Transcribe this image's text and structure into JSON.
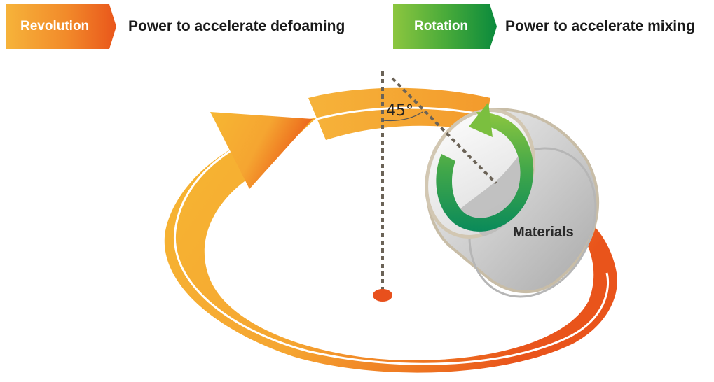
{
  "legend": {
    "revolution": {
      "label": "Revolution",
      "description": "Power to accelerate defoaming",
      "color_start": "#f6b33a",
      "color_end": "#e9561b"
    },
    "rotation": {
      "label": "Rotation",
      "description": "Power to accelerate mixing",
      "color_start": "#8cc63f",
      "color_end": "#0a8a3c"
    }
  },
  "diagram": {
    "tilt_angle_label": "45°",
    "container_label": "Materials",
    "axis_dot_color": "#e8501c",
    "container_color": "#c4c4c4"
  }
}
